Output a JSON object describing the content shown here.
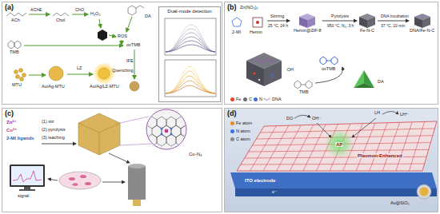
{
  "diagram": {
    "nodes": [
      {
        "text": [
          "(a)"
        ]
      },
      {
        "text": [
          "Dual-mode detection"
        ],
        "in": 0
      },
      {
        "text": [
          "(b)"
        ]
      },
      {
        "text": [
          "Hemin@ZIF-8"
        ],
        "in": 2
      },
      {
        "text": [
          "Fe-N-C"
        ],
        "in": 2
      },
      {
        "text": [
          "DNA/Fe-N-C"
        ],
        "in": 2
      },
      {
        "text": [
          "(c)"
        ]
      },
      {
        "text": [
          "(d)"
        ]
      }
    ],
    "edges": [
      {
        "from": 3,
        "to": 4,
        "arrow": "to"
      },
      {
        "from": 4,
        "to": 5,
        "arrow": "to"
      }
    ],
    "labels": [
      "ACh",
      "AChE",
      "Chol",
      "ChO",
      "H₂O₂",
      "DA",
      "ROS",
      "TMB",
      "oxTMB",
      "IFE",
      "Quenching",
      "MTU",
      "LZ",
      "Au/Ag-MTU",
      "Au/Ag/LZ-MTU",
      "Zn(NO₃)₂",
      "2-MI",
      "Hemin",
      "Stirring",
      "25 °C, 24 h",
      "Pyrolysis",
      "950 °C, N₂, 3 h",
      "DNA Incubation",
      "37 °C, 10 min",
      "·OH",
      "oxTMB",
      "TMB",
      "DA",
      "Zn²⁺",
      "Co²⁺",
      "2-MI ligands",
      "(1) stir",
      "(2) pyrolysis",
      "(3) leaching",
      "Co-N₄",
      "signal",
      "DO",
      "OH⁻",
      "LH",
      "LH⁺",
      "AP",
      "Plasmon-Enhanced",
      "ITO electrode",
      "Au@SiO₂",
      "e⁻"
    ],
    "legend": [
      {
        "text": "Fe",
        "color": "#e2452c"
      },
      {
        "text": "C",
        "color": "#6d6d6d"
      },
      {
        "text": "N",
        "color": "#3b6fd4"
      },
      {
        "text": "DNA"
      },
      {
        "text": "Fe atom",
        "color": "#e88a2c"
      },
      {
        "text": "N atom",
        "color": "#3c6fe0"
      },
      {
        "text": "C atom",
        "color": "#8a8a8a"
      }
    ]
  }
}
